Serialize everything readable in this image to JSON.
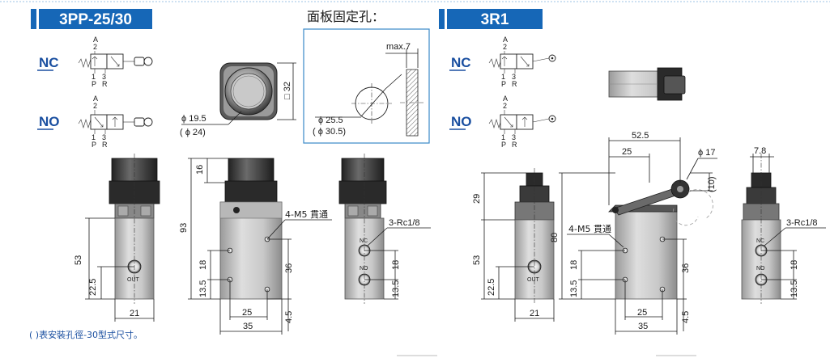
{
  "left_section": {
    "title": "3PP-25/30",
    "nc_label": "NC",
    "no_label": "NO",
    "port_a": "A",
    "port_2": "2",
    "port_1": "1",
    "port_3": "3",
    "port_p": "P",
    "port_r": "R",
    "dim_phi195": "ϕ 19.5",
    "dim_phi24": "( ϕ 24)",
    "dim_sq32": "□ 32",
    "dim_16": "16",
    "dim_93": "93",
    "dim_53": "53",
    "dim_225": "22.5",
    "dim_21": "21",
    "dim_18": "18",
    "dim_135": "13.5",
    "dim_25": "25",
    "dim_35": "35",
    "dim_36": "36",
    "dim_45": "4.5",
    "dim_18b": "18",
    "dim_135b": "13.5",
    "m5_label": "4-M5 貫通",
    "rc_label": "3-Rc1/8",
    "out_label": "OUT",
    "nc_port": "NC",
    "no_port": "NO",
    "note": "( )表安裝孔徑-30型式尺寸。"
  },
  "panel_section": {
    "title": "面板固定孔：",
    "dim_max7": "max.7",
    "dim_phi255": "ϕ 25.5",
    "dim_phi305": "( ϕ 30.5)"
  },
  "right_section": {
    "title": "3R1",
    "nc_label": "NC",
    "no_label": "NO",
    "port_a": "A",
    "port_2": "2",
    "port_1": "1",
    "port_3": "3",
    "port_p": "P",
    "port_r": "R",
    "dim_525": "52.5",
    "dim_25top": "25",
    "dim_phi17": "ϕ 17",
    "dim_10": "(10)",
    "dim_78": "7.8",
    "dim_29": "29",
    "dim_80": "80",
    "dim_53": "53",
    "dim_225": "22.5",
    "dim_21": "21",
    "dim_18": "18",
    "dim_135": "13.5",
    "dim_25": "25",
    "dim_35": "35",
    "dim_36": "36",
    "dim_45": "4.5",
    "dim_18b": "18",
    "dim_135b": "13.5",
    "m5_label": "4-M5 貫通",
    "rc_label": "3-Rc1/8",
    "out_label": "OUT",
    "nc_port": "NC",
    "no_port": "NO"
  },
  "colors": {
    "header_blue": "#1667b7",
    "code_blue": "#1a4fa0",
    "panel_border": "#3a88c8",
    "body_gray": "#c4c4c4",
    "cap_dark": "#3c3c3c"
  }
}
